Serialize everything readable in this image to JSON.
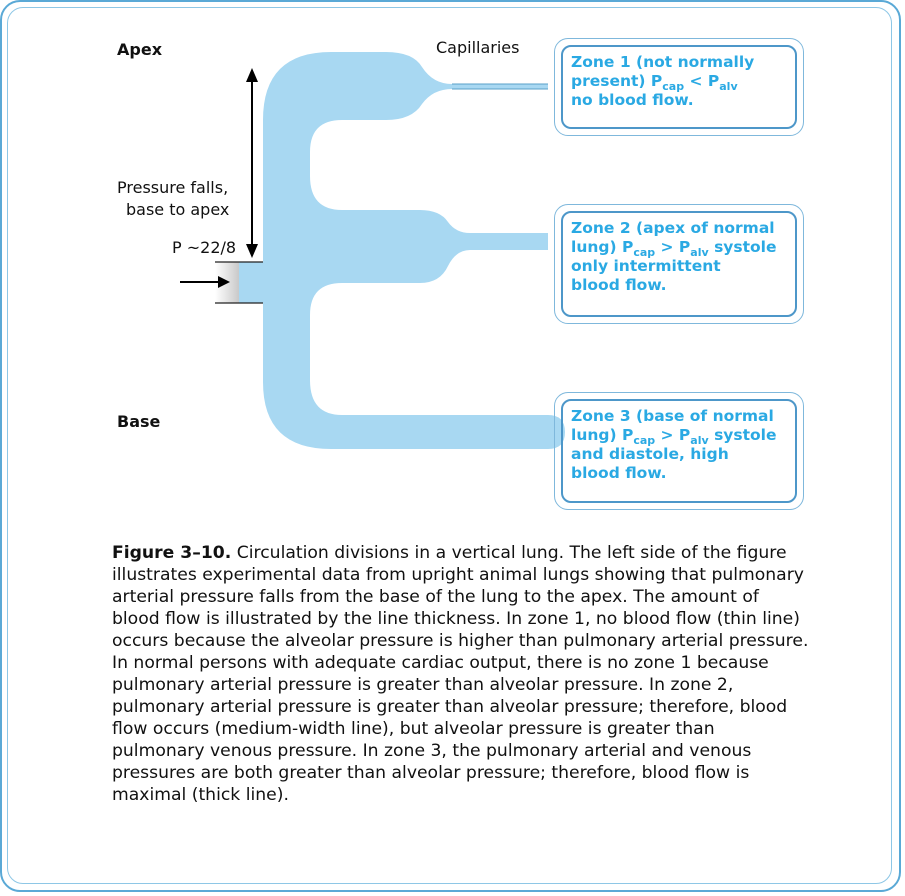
{
  "labels": {
    "apex": "Apex",
    "base": "Base",
    "capillaries": "Capillaries",
    "pressure_falls_1": "Pressure falls,",
    "pressure_falls_2": "base to apex",
    "pressure_value": "P ~22/8"
  },
  "zones": [
    {
      "line1": "Zone 1 (not normally",
      "line2_pre": "present) P",
      "line2_sub1": "cap",
      "line2_mid": " < P",
      "line2_sub2": "alv",
      "line2_post": "",
      "line3": "no blood flow.",
      "line4": ""
    },
    {
      "line1": "Zone 2 (apex of normal",
      "line2_pre": "lung) P",
      "line2_sub1": "cap",
      "line2_mid": " > P",
      "line2_sub2": "alv",
      "line2_post": " systole",
      "line3": "only intermittent",
      "line4": "blood flow."
    },
    {
      "line1": "Zone 3 (base of normal",
      "line2_pre": "lung) P",
      "line2_sub1": "cap",
      "line2_mid": " > P",
      "line2_sub2": "alv",
      "line2_post": " systole",
      "line3": "and diastole, high",
      "line4": "blood flow."
    }
  ],
  "caption": {
    "figure_label": "Figure 3–10.",
    "text": " Circulation divisions in a vertical lung. The left side of the figure illustrates experimental data from upright animal lungs showing that pulmonary arterial pressure falls from the base of the lung to the apex. The amount of blood flow is illustrated by the line thickness. In zone 1, no blood flow (thin line) occurs because the alveolar pressure is higher than pulmonary arterial pressure. In normal persons with adequate cardiac output, there is no zone 1 because pulmonary arterial pressure is greater than alveolar pressure. In zone 2, pulmonary arterial pressure is greater than alveolar pressure; therefore, blood flow occurs (medium-width line), but alveolar pressure is greater than pulmonary venous pressure. In zone 3, the pulmonary arterial and venous pressures are both greater than alveolar pressure; therefore, blood flow is maximal (thick line)."
  },
  "colors": {
    "vessel_fill": "#a8d8f2",
    "frame": "#5aa9d6",
    "zone_text": "#2aa9e3",
    "zone_border": "#4d97c9"
  }
}
